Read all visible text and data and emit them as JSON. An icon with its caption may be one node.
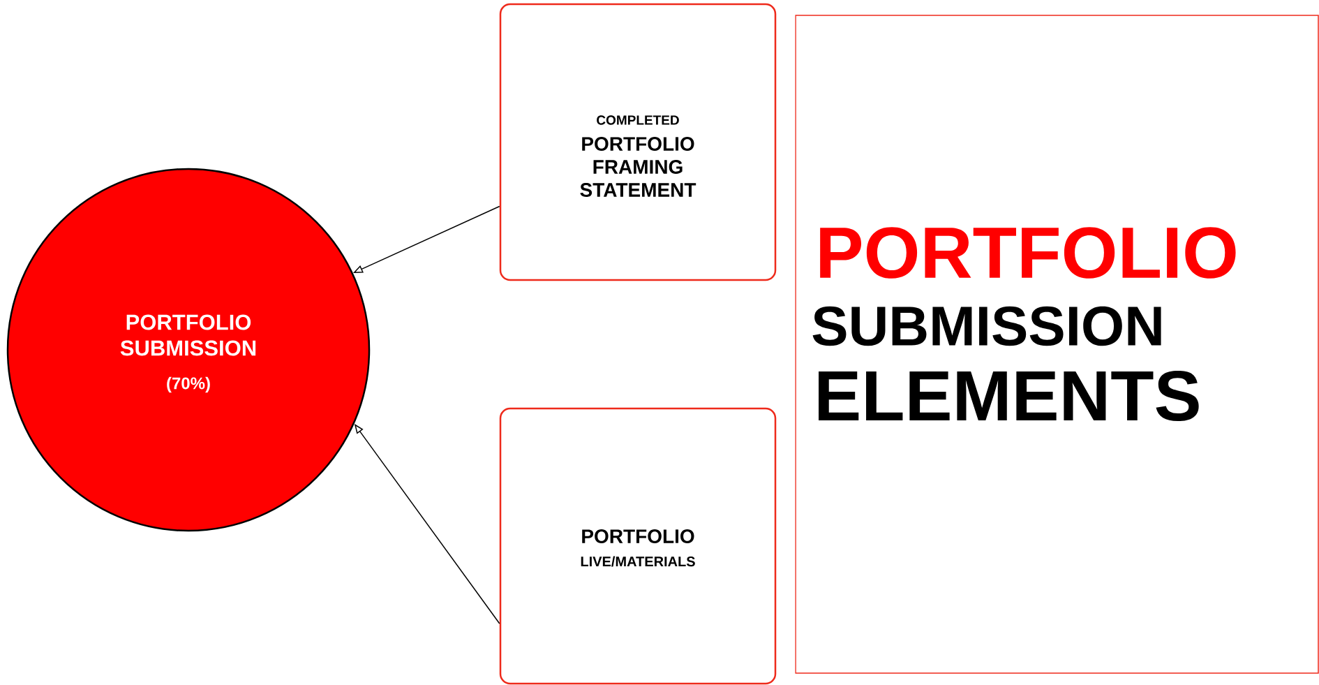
{
  "diagram": {
    "nodes": [
      {
        "text": [
          "PORTFOLIO SUBMISSION",
          "(70%)"
        ]
      },
      {
        "text": [
          "COMPLETED",
          "PORTFOLIO FRAMING STATEMENT"
        ]
      },
      {
        "text": [
          "PORTFOLIO",
          "LIVE/MATERIALS"
        ]
      },
      {
        "text": [
          "PORTFOLIO",
          "SUBMISSION",
          "ELEMENTS"
        ]
      }
    ],
    "edges": [
      {
        "from": 1,
        "to": 0,
        "arrow": "to"
      },
      {
        "from": 2,
        "to": 0,
        "arrow": "to"
      }
    ]
  }
}
